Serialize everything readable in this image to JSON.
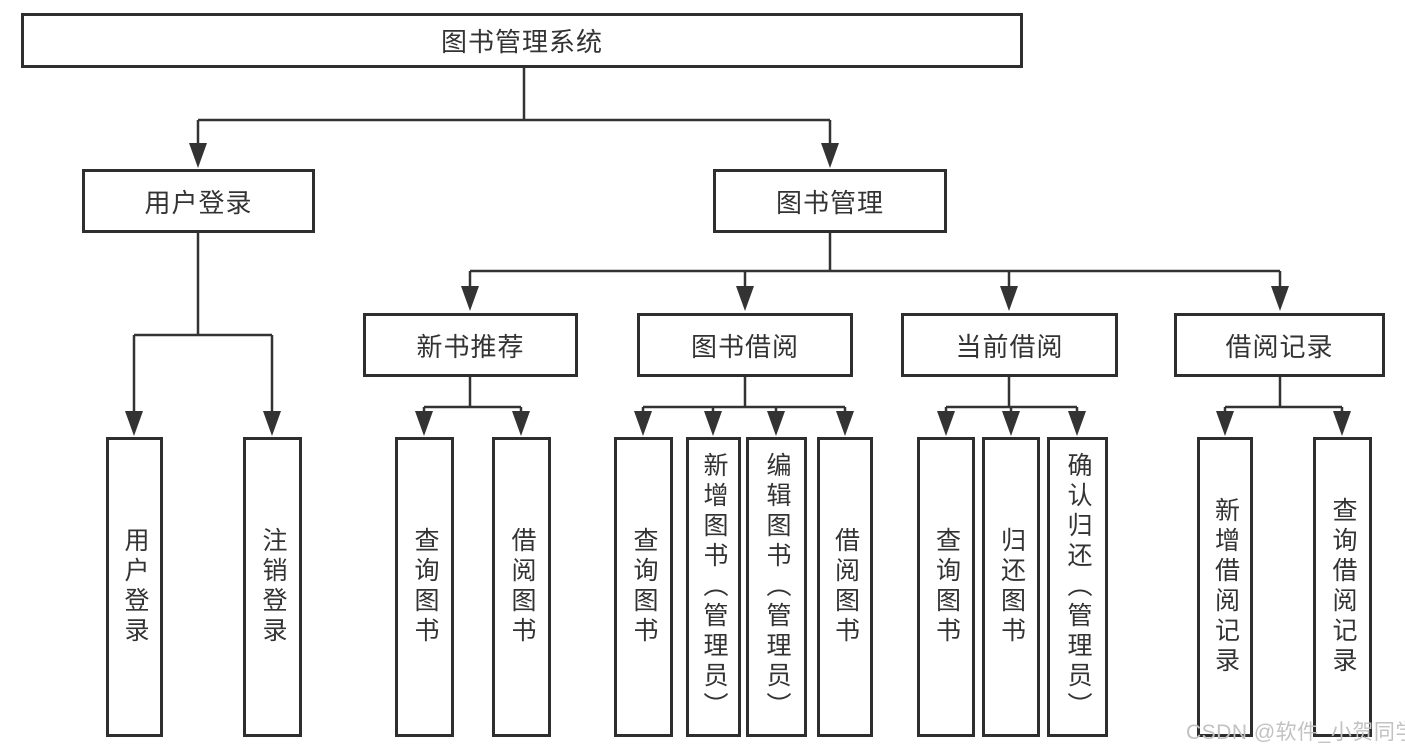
{
  "diagram": {
    "title_node": "图书管理系统",
    "nodes": {
      "root": "图书管理系统",
      "l2": [
        "用户登录",
        "图书管理"
      ],
      "l3": [
        "新书推荐",
        "图书借阅",
        "当前借阅",
        "借阅记录"
      ],
      "l4": [
        "用户登录",
        "注销登录",
        "查询图书",
        "借阅图书",
        "查询图书",
        "新增图书（管理员）",
        "编辑图书（管理员）",
        "借阅图书",
        "查询图书",
        "归还图书",
        "确认归还（管理员）",
        "新增借阅记录",
        "查询借阅记录"
      ]
    },
    "edges": [
      [
        "图书管理系统",
        "用户登录"
      ],
      [
        "图书管理系统",
        "图书管理"
      ],
      [
        "用户登录",
        "用户登录"
      ],
      [
        "用户登录",
        "注销登录"
      ],
      [
        "图书管理",
        "新书推荐"
      ],
      [
        "图书管理",
        "图书借阅"
      ],
      [
        "图书管理",
        "当前借阅"
      ],
      [
        "图书管理",
        "借阅记录"
      ],
      [
        "新书推荐",
        "查询图书"
      ],
      [
        "新书推荐",
        "借阅图书"
      ],
      [
        "图书借阅",
        "查询图书"
      ],
      [
        "图书借阅",
        "新增图书（管理员）"
      ],
      [
        "图书借阅",
        "编辑图书（管理员）"
      ],
      [
        "图书借阅",
        "借阅图书"
      ],
      [
        "当前借阅",
        "查询图书"
      ],
      [
        "当前借阅",
        "归还图书"
      ],
      [
        "当前借阅",
        "确认归还（管理员）"
      ],
      [
        "借阅记录",
        "新增借阅记录"
      ],
      [
        "借阅记录",
        "查询借阅记录"
      ]
    ]
  },
  "watermark": {
    "text": "CSDN @软件_小贺同学"
  },
  "colors": {
    "background": "#ffffff",
    "box_border": "#2e2e2e",
    "connector_line": "#333333",
    "text": "#333333",
    "watermark": "#c2c2c2"
  }
}
